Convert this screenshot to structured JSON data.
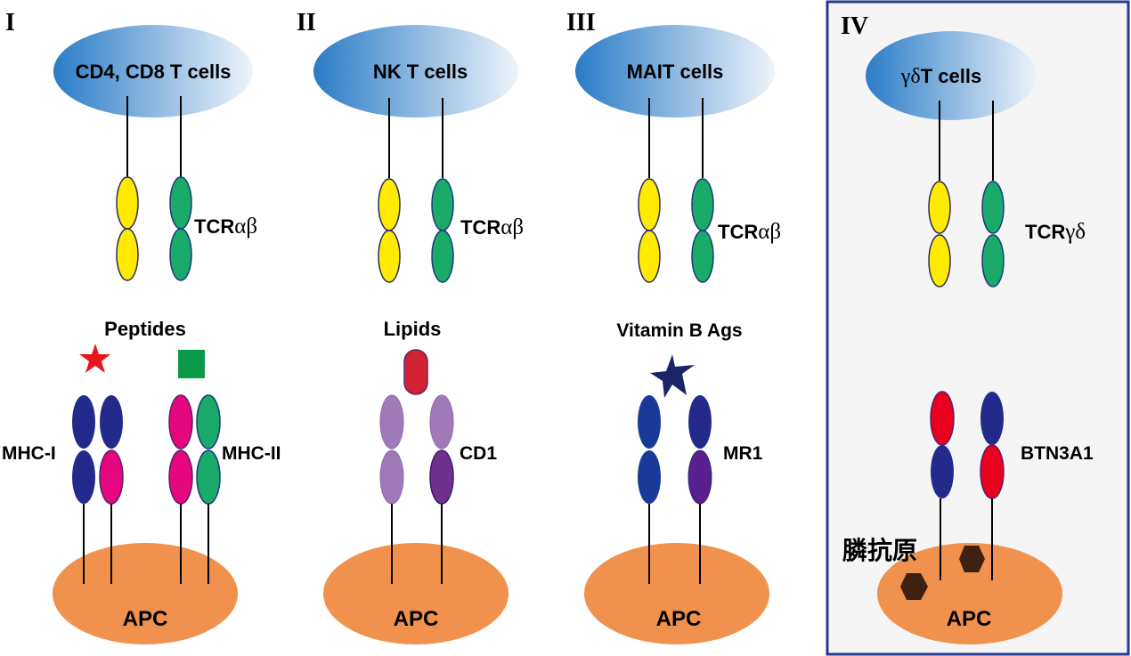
{
  "colors": {
    "tcell_gradient_start": "#2a7cc7",
    "tcell_gradient_end": "#eef4fa",
    "apc": "#f0914d",
    "tcr_alpha": "#ffea00",
    "tcr_beta": "#1aaa6a",
    "mhc_navy": "#232a8c",
    "mhc_magenta": "#e5077f",
    "cd1_light": "#a07ab8",
    "cd1_dark": "#72308e",
    "mr1_blue": "#1a3a9a",
    "mr1_purple": "#5a1f8e",
    "btn_red": "#e8001c",
    "btn_blue": "#232a8c",
    "peptide_star": "#e8151c",
    "peptide_square": "#0a9a48",
    "lipid": "#d32233",
    "vitamin_star": "#1c2468",
    "phosphoantigen": "#3d2010",
    "panel_iv_bg": "#f5f5f5",
    "panel_iv_border": "#2a3b8c"
  },
  "panels": [
    {
      "numeral": "I",
      "tcell": {
        "name": "CD4, CD8 T cells",
        "greek": ""
      },
      "tcr": {
        "prefix": "TCR",
        "greek": "αβ"
      },
      "antigen_label": "Peptides",
      "presenters": [
        "MHC-I",
        "MHC-II"
      ],
      "apc": "APC"
    },
    {
      "numeral": "II",
      "tcell": {
        "name": "NK T cells",
        "greek": ""
      },
      "tcr": {
        "prefix": "TCR",
        "greek": "αβ"
      },
      "antigen_label": "Lipids",
      "presenters": [
        "CD1"
      ],
      "apc": "APC"
    },
    {
      "numeral": "III",
      "tcell": {
        "name": "MAIT cells",
        "greek": ""
      },
      "tcr": {
        "prefix": "TCR",
        "greek": "αβ"
      },
      "antigen_label": "Vitamin B Ags",
      "presenters": [
        "MR1"
      ],
      "apc": "APC"
    },
    {
      "numeral": "IV",
      "tcell": {
        "name": "T cells",
        "greek": "γδ"
      },
      "tcr": {
        "prefix": "TCR",
        "greek": "γδ"
      },
      "antigen_label": "膦抗原",
      "presenters": [
        "BTN3A1"
      ],
      "apc": "APC"
    }
  ]
}
